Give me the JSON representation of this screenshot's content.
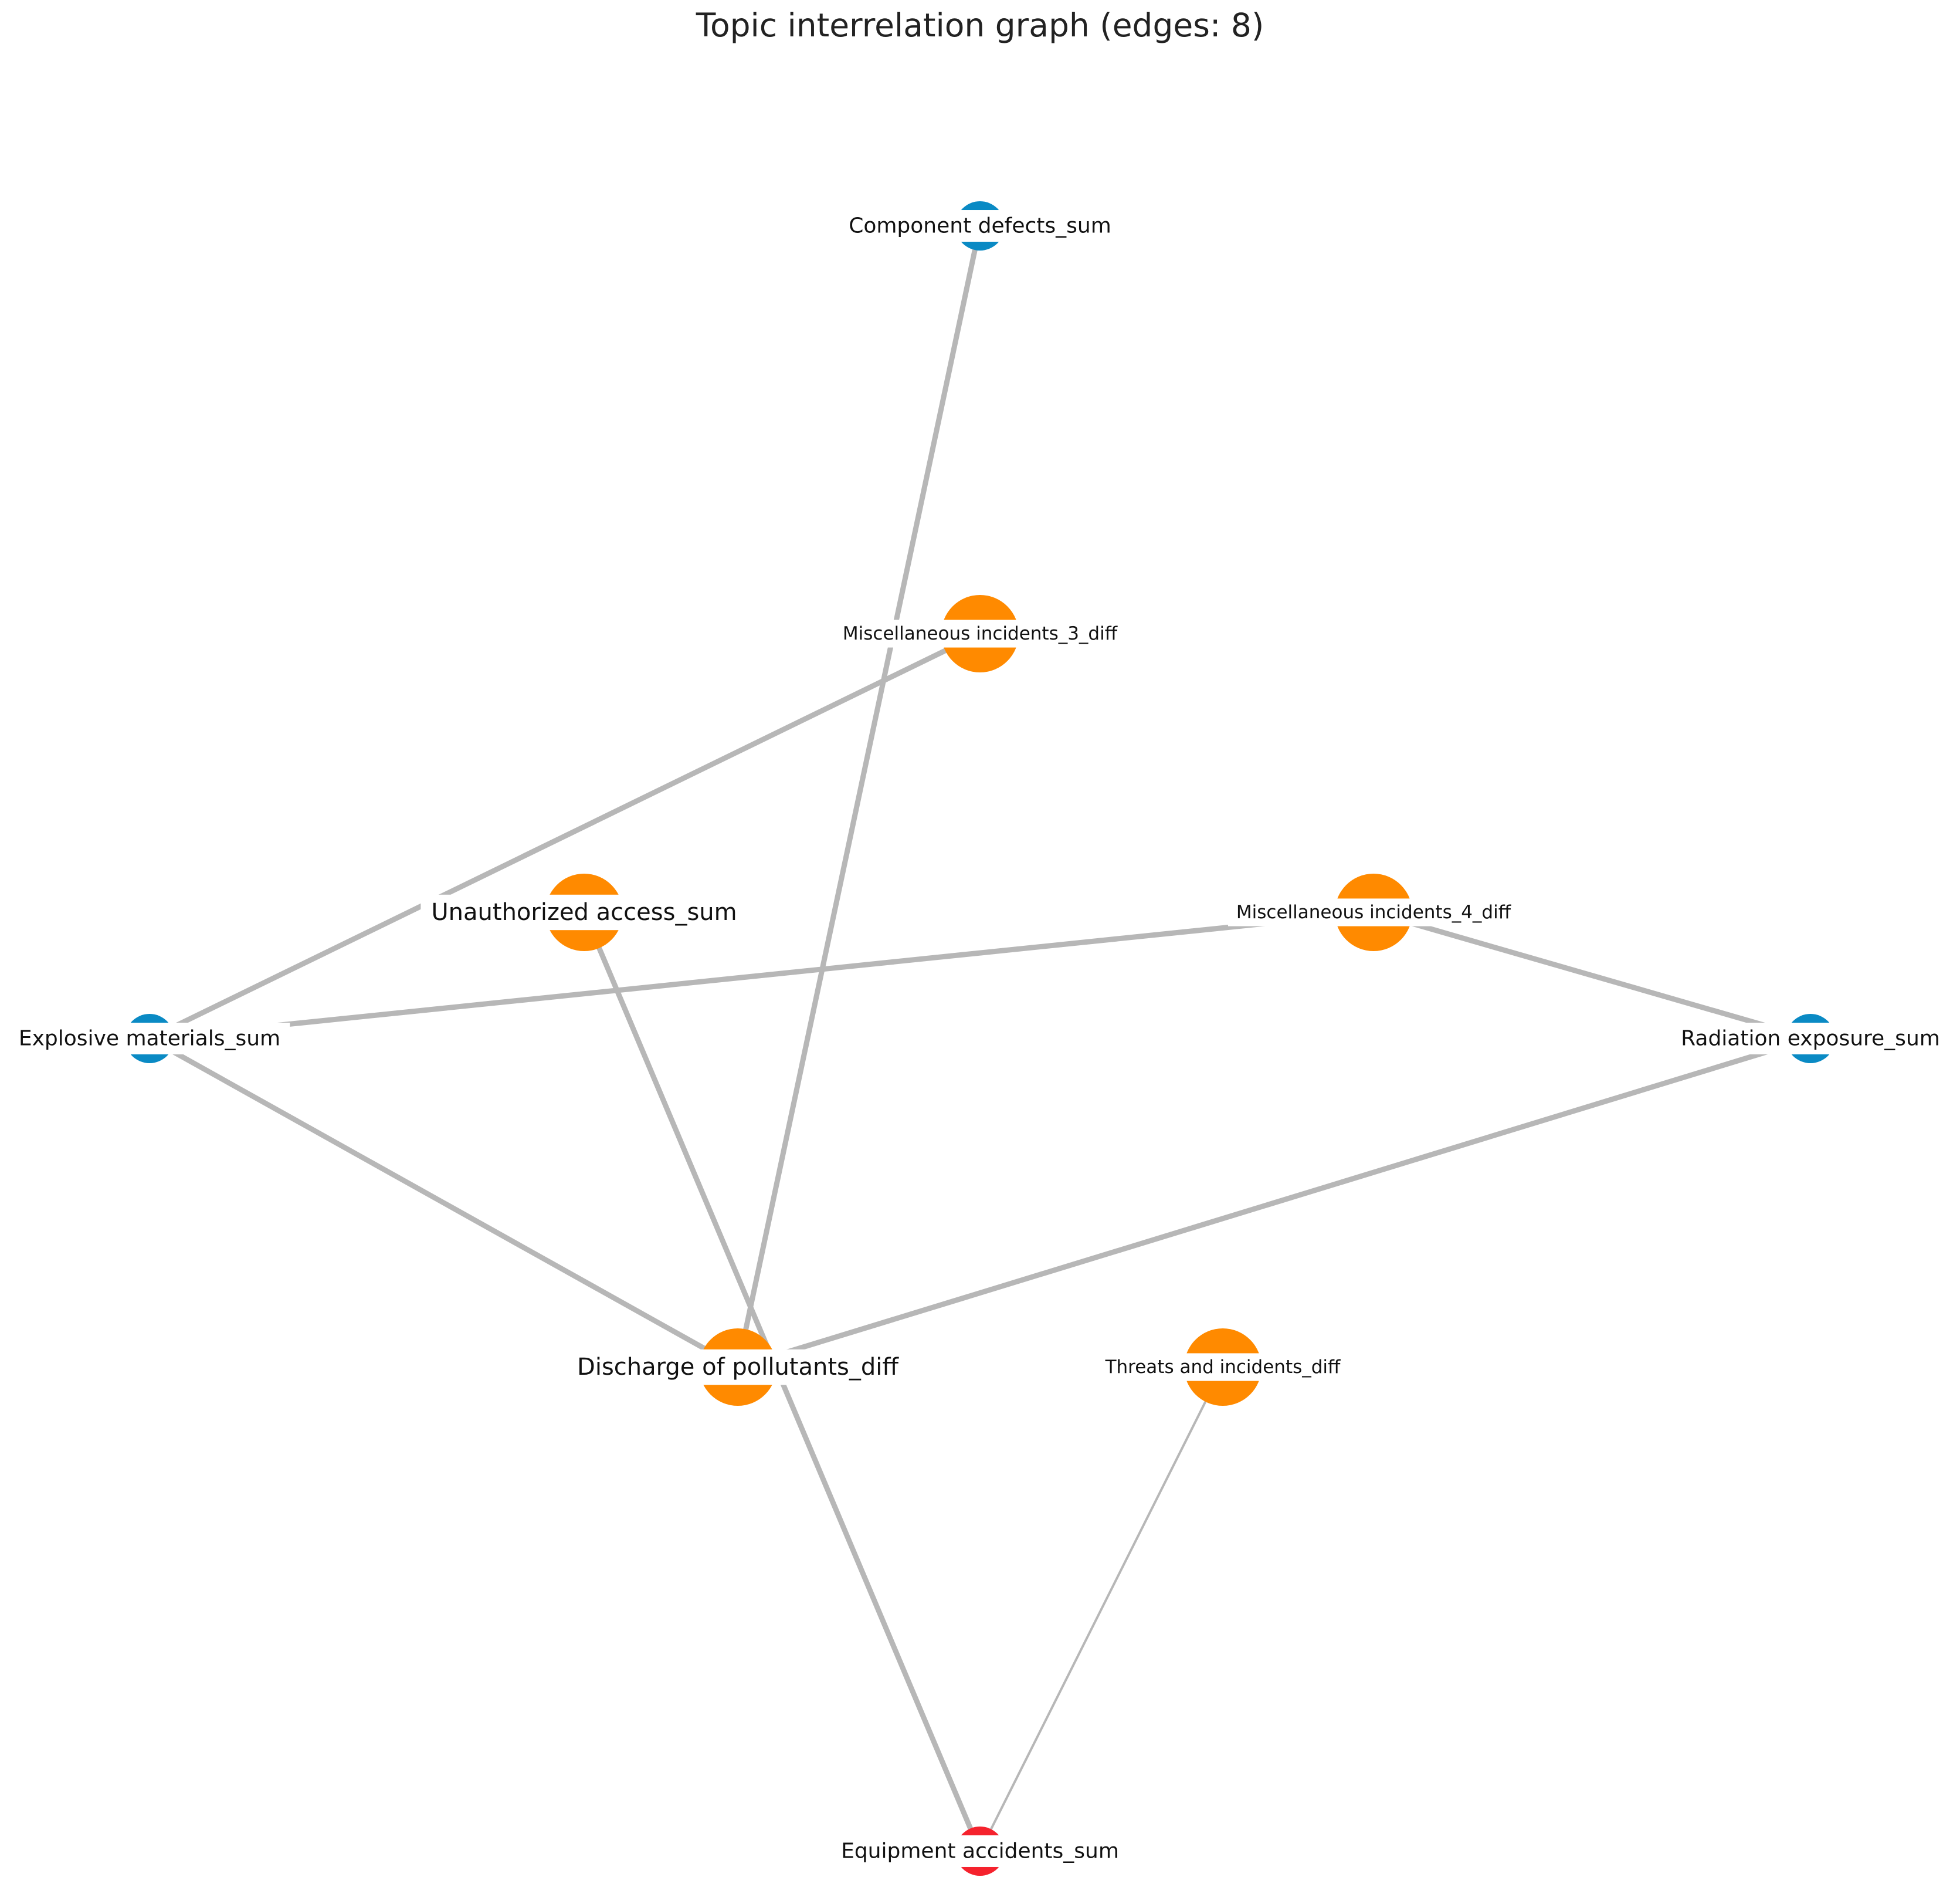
{
  "title": "Topic interrelation graph (edges: 8)",
  "colors": {
    "sum_node": "#0a8ac4",
    "diff_node": "#ff8a00",
    "alert_node": "#f5222d",
    "edge": "#b7b7b7",
    "background": "#ffffff"
  },
  "nodes": [
    {
      "id": "component-defects",
      "label": "Component defects_sum",
      "kind": "sum_node"
    },
    {
      "id": "misc-incidents-3",
      "label": "Miscellaneous incidents_3_diff",
      "kind": "diff_node"
    },
    {
      "id": "unauthorized-access",
      "label": "Unauthorized access_sum",
      "kind": "diff_node"
    },
    {
      "id": "misc-incidents-4",
      "label": "Miscellaneous incidents_4_diff",
      "kind": "diff_node"
    },
    {
      "id": "explosive-materials",
      "label": "Explosive materials_sum",
      "kind": "sum_node"
    },
    {
      "id": "radiation-exposure",
      "label": "Radiation exposure_sum",
      "kind": "sum_node"
    },
    {
      "id": "discharge-pollutants",
      "label": "Discharge of pollutants_diff",
      "kind": "diff_node"
    },
    {
      "id": "threats-incidents",
      "label": "Threats and incidents_diff",
      "kind": "diff_node"
    },
    {
      "id": "equipment-accidents",
      "label": "Equipment accidents_sum",
      "kind": "alert_node"
    }
  ],
  "edges": [
    {
      "source": "component-defects",
      "target": "discharge-pollutants",
      "weight": "heavy"
    },
    {
      "source": "misc-incidents-3",
      "target": "explosive-materials",
      "weight": "heavy"
    },
    {
      "source": "explosive-materials",
      "target": "misc-incidents-4",
      "weight": "heavy"
    },
    {
      "source": "misc-incidents-4",
      "target": "radiation-exposure",
      "weight": "heavy"
    },
    {
      "source": "explosive-materials",
      "target": "discharge-pollutants",
      "weight": "heavy"
    },
    {
      "source": "radiation-exposure",
      "target": "discharge-pollutants",
      "weight": "heavy"
    },
    {
      "source": "unauthorized-access",
      "target": "equipment-accidents",
      "weight": "heavy"
    },
    {
      "source": "threats-incidents",
      "target": "equipment-accidents",
      "weight": "light"
    }
  ]
}
